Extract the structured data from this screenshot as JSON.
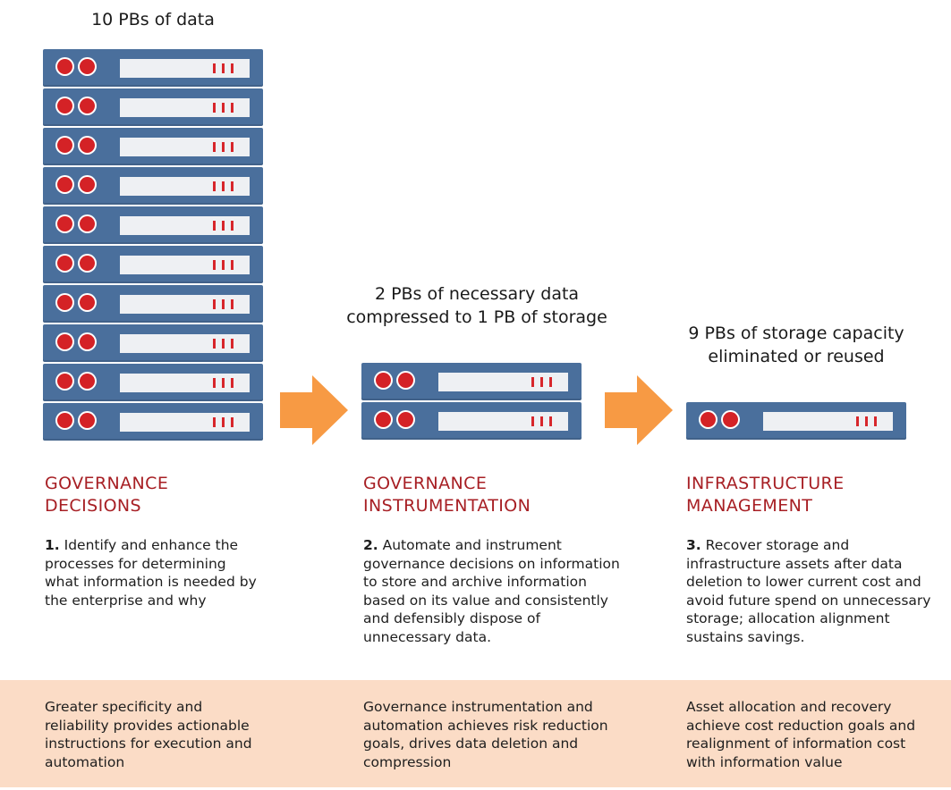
{
  "columns": [
    {
      "caption_lines": [
        "10 PBs of data"
      ],
      "server_count": 10,
      "title_lines": [
        "GOVERNANCE",
        "DECISIONS"
      ],
      "step_number": "1.",
      "desc_lines": [
        "Identify and enhance the",
        "processes for determining",
        "what information is needed by",
        "the enterprise and why"
      ],
      "band_lines": [
        "Greater specificity and",
        "reliability provides actionable",
        "instructions for execution and",
        "automation"
      ]
    },
    {
      "caption_lines": [
        "2 PBs of necessary data",
        "compressed to 1 PB of storage"
      ],
      "server_count": 2,
      "title_lines": [
        "GOVERNANCE",
        "INSTRUMENTATION"
      ],
      "step_number": "2.",
      "desc_lines": [
        "Automate and instrument",
        "governance decisions on information",
        "to store and archive information",
        "based on its value and consistently",
        "and defensibly dispose of",
        "unnecessary data."
      ],
      "band_lines": [
        "Governance instrumentation and",
        "automation achieves risk reduction",
        "goals, drives data deletion and",
        "compression"
      ]
    },
    {
      "caption_lines": [
        "9 PBs of storage capacity",
        "eliminated or reused"
      ],
      "server_count": 1,
      "title_lines": [
        "INFRASTRUCTURE",
        "MANAGEMENT"
      ],
      "step_number": "3.",
      "desc_lines": [
        "Recover storage and",
        "infrastructure assets after data",
        "deletion to lower current cost and",
        "avoid future spend on unnecessary",
        "storage; allocation alignment",
        "sustains savings."
      ],
      "band_lines": [
        "Asset allocation and recovery",
        "achieve cost reduction goals and",
        "realignment of information cost",
        "with information value"
      ]
    }
  ],
  "colors": {
    "server_body": "#4a6f9c",
    "server_led": "#d42226",
    "server_panel": "#eef0f3",
    "arrow": "#f79a44",
    "title": "#a71f24",
    "band": "#fbdcc6"
  },
  "icons": {
    "server": "server-rack-unit-icon",
    "arrow": "arrow-right-icon"
  }
}
